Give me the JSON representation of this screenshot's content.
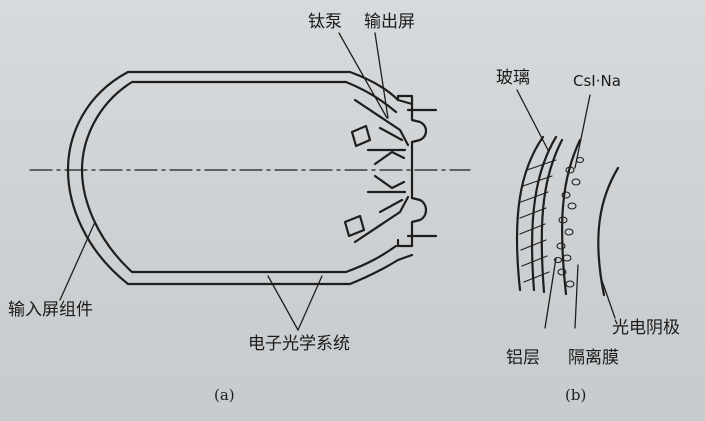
{
  "figure_a": {
    "labels": {
      "pump": "钛泵",
      "output_screen": "输出屏",
      "input_screen_assembly": "输入屏组件",
      "electron_optics": "电子光学系统"
    },
    "caption": "(a)"
  },
  "figure_b": {
    "labels": {
      "glass": "玻璃",
      "csi_na": "CsI·Na",
      "photocathode": "光电阴极",
      "aluminum_layer": "铝层",
      "isolation_film": "隔离膜"
    },
    "caption": "(b)"
  }
}
